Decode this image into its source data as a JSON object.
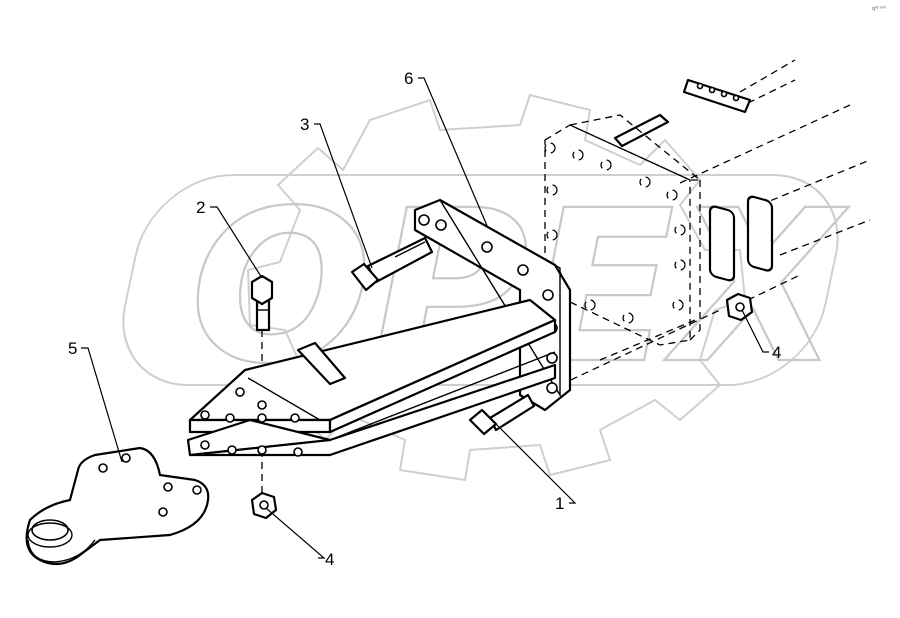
{
  "watermark": {
    "text": "OPEX"
  },
  "corner_code": "q⁰⁰ ⁰⁰⁰",
  "callouts": [
    {
      "id": "c1",
      "label": "1"
    },
    {
      "id": "c2",
      "label": "2"
    },
    {
      "id": "c3",
      "label": "3"
    },
    {
      "id": "c4a",
      "label": "4"
    },
    {
      "id": "c4b",
      "label": "4"
    },
    {
      "id": "c5",
      "label": "5"
    },
    {
      "id": "c6",
      "label": "6"
    }
  ]
}
